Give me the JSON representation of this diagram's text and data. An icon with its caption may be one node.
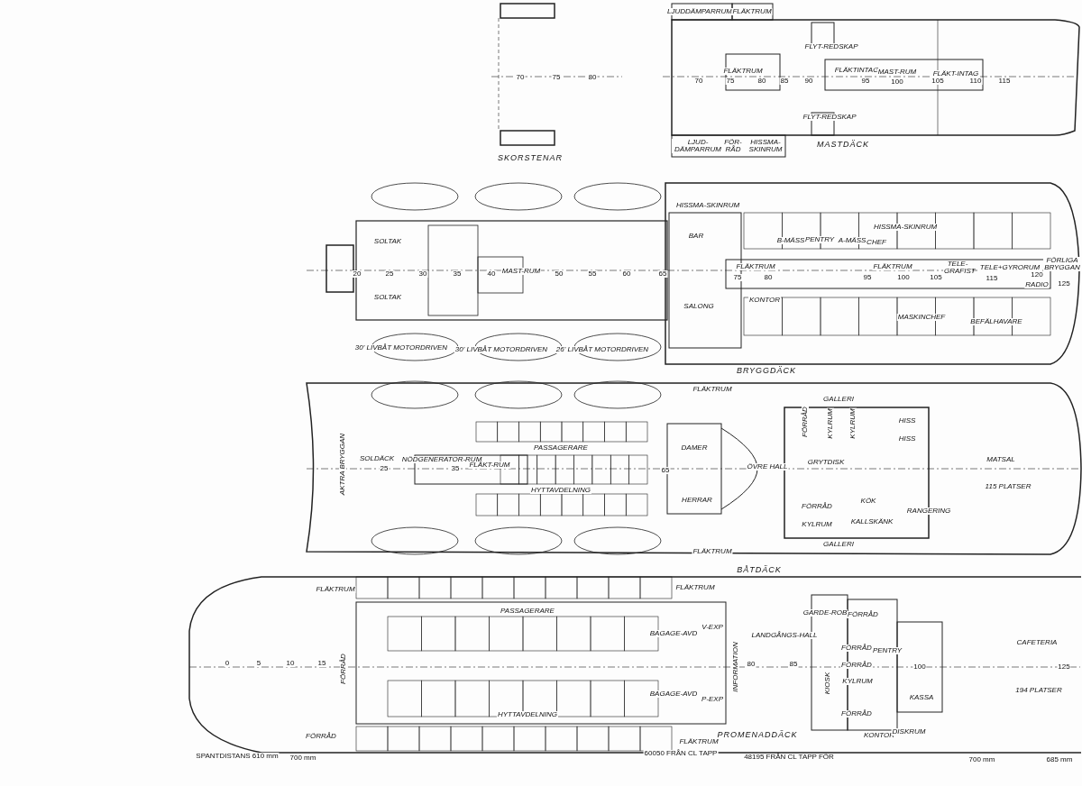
{
  "diagram": {
    "labels": [
      "70",
      "75",
      "80",
      "SKORSTENAR",
      "LJUDDÄMPARRUM",
      "FLÄKTRUM",
      "FLYT-REDSKAP",
      "FLÄKTRUM",
      "70",
      "75",
      "80",
      "85",
      "90",
      "95",
      "FLÄKTINTAG",
      "MAST-RUM",
      "100",
      "105",
      "FLÄKT-INTAG",
      "110",
      "115",
      "FLYT-REDSKAP",
      "LJUD-DÄMPARRUM",
      "FÖR-RÅD",
      "HISSMA-SKINRUM",
      "MASTDÄCK",
      "SOLTAK",
      "SOLTAK",
      "20",
      "25",
      "30",
      "35",
      "40",
      "MAST-RUM",
      "50",
      "55",
      "60",
      "65",
      "30' LIVBÅT MOTORDRIVEN",
      "30' LIVBÅT MOTORDRIVEN",
      "26' LIVBÅT MOTORDRIVEN",
      "HISSMA-SKINRUM",
      "BAR",
      "SALONG",
      "FLÄKTRUM",
      "75",
      "80",
      "KONTOR",
      "B-MÄSS",
      "PENTRY",
      "A-MÄSS",
      "CHEF",
      "HISSMA-SKINRUM",
      "FLÄKTRUM",
      "95",
      "100",
      "105",
      "TELE-GRAFIST",
      "TELE+GYRORUM",
      "115",
      "120",
      "RADIO",
      "FÖRLIGA BRYGGAN",
      "125",
      "MASKINCHEF",
      "BEFÄLHAVARE",
      "BRYGGDÄCK",
      "AKTRA BRYGGAN",
      "SOLDÄCK",
      "25",
      "35",
      "NÖDGENERATOR-RUM",
      "FLÄKT-RUM",
      "PASSAGERARE",
      "HYTTAVDELNING",
      "65",
      "DAMER",
      "HERRAR",
      "FLÄKTRUM",
      "FLÄKTRUM",
      "ÖVRE HALL",
      "GALLERI",
      "FÖRRÅD",
      "KYLRUM",
      "KYLRUM",
      "HISS",
      "HISS",
      "GRYTDISK",
      "KÖK",
      "FÖRRÅD",
      "KYLRUM",
      "KALLSKÄNK",
      "RANGERING",
      "GALLERI",
      "MATSAL",
      "115 PLATSER",
      "BÅTDÄCK",
      "FLÄKTRUM",
      "PASSAGERARE",
      "FÖRRÅD",
      "0",
      "5",
      "10",
      "15",
      "HYTTAVDELNING",
      "FÖRRÅD",
      "FLÄKTRUM",
      "BAGAGE-AVD",
      "V-EXP",
      "INFORMATION",
      "BAGAGE-AVD",
      "P-EXP",
      "FLÄKTRUM",
      "LANDGÅNGS-HALL",
      "80",
      "85",
      "GARDE-ROB",
      "FÖRRÅD",
      "FÖRRÅD",
      "FÖRRÅD",
      "KIOSK",
      "KYLRUM",
      "PENTRY",
      "100",
      "FÖRRÅD",
      "KASSA",
      "KONTOR",
      "DISKRUM",
      "CAFETERIA",
      "125",
      "194 PLATSER",
      "PROMENADDÄCK",
      "SPANTDISTANS 610 mm",
      "700 mm",
      "60050 FRÅN CL TAPP",
      "48195 FRÅN CL TAPP FÖR",
      "700 mm",
      "685 mm"
    ]
  }
}
